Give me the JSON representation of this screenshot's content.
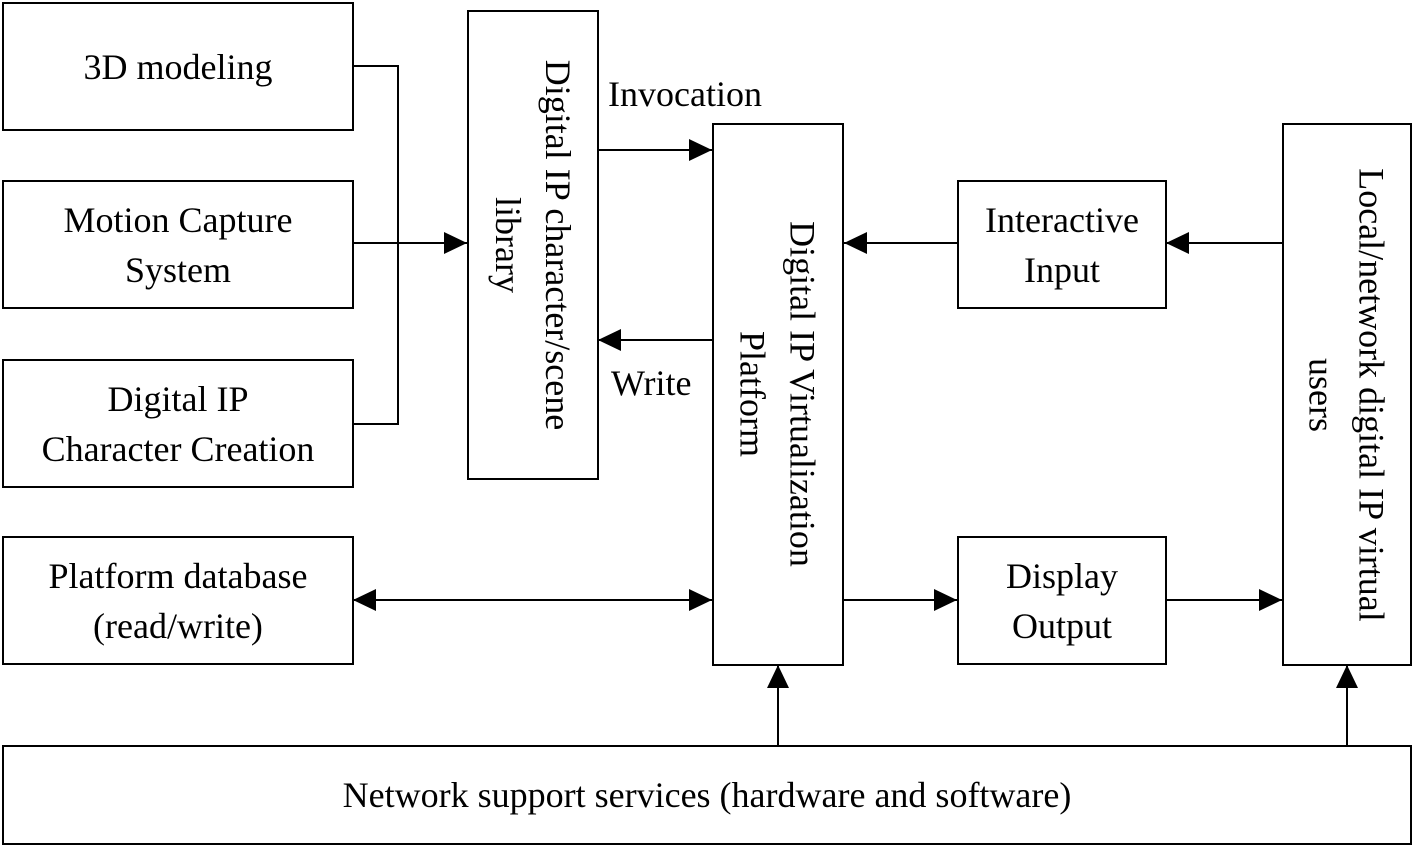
{
  "nodes": {
    "modeling": {
      "lines": [
        "3D modeling"
      ]
    },
    "motion_capture": {
      "lines": [
        "Motion Capture",
        "System"
      ]
    },
    "character_creation": {
      "lines": [
        "Digital IP",
        "Character Creation"
      ]
    },
    "platform_database": {
      "lines": [
        "Platform database",
        "(read/write)"
      ]
    },
    "library": {
      "lines": [
        "Digital IP character/scene",
        "library"
      ]
    },
    "platform": {
      "lines": [
        "Digital IP Virtualization",
        "Platform"
      ]
    },
    "interactive_input": {
      "lines": [
        "Interactive",
        "Input"
      ]
    },
    "display_output": {
      "lines": [
        "Display",
        "Output"
      ]
    },
    "users": {
      "lines": [
        "Local/network digital IP virtual",
        "users"
      ]
    },
    "network_services": {
      "lines": [
        "Network support services (hardware and software)"
      ]
    }
  },
  "edge_labels": {
    "invocation": "Invocation",
    "write": "Write"
  }
}
